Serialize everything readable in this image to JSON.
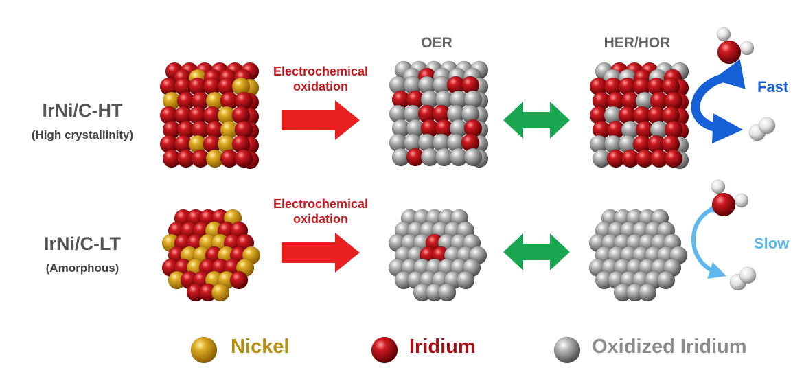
{
  "colors": {
    "nickel": "#d4a11a",
    "iridium": "#c4161c",
    "oxidized_iridium": "#9e9e9e",
    "step_text": "#c8161d",
    "oxidation_arrow": "#e82020",
    "exchange_arrow": "#1aa551",
    "fast": "#1560d6",
    "slow": "#5cb8ee",
    "legend_nickel_text": "#b8900f",
    "legend_iridium_text": "#a81016",
    "legend_oxidized_text": "#8c8c8c"
  },
  "headers": {
    "oer": "OER",
    "her_hor": "HER/HOR"
  },
  "rows": [
    {
      "name": "IrNi/C-HT",
      "subtitle": "(High crystallinity)",
      "step_line1": "Electrochemical",
      "step_line2": "oxidation",
      "kinetics": "Fast",
      "particle_shape": "cubic"
    },
    {
      "name": "IrNi/C-LT",
      "subtitle": "(Amorphous)",
      "step_line1": "Electrochemical",
      "step_line2": "oxidation",
      "kinetics": "Slow",
      "particle_shape": "spherical"
    }
  ],
  "legend": [
    {
      "label": "Nickel",
      "icon": "nickel-atom-icon"
    },
    {
      "label": "Iridium",
      "icon": "iridium-atom-icon"
    },
    {
      "label": "Oxidized Iridium",
      "icon": "oxidized-iridium-atom-icon"
    }
  ],
  "icons": {
    "oxidation_arrow": "red-right-arrow-icon",
    "exchange_arrow": "green-double-arrow-icon",
    "cycle_arrow": "curved-cycle-arrow-icon",
    "water": "water-molecule-icon",
    "hydrogen": "hydrogen-molecule-icon"
  }
}
